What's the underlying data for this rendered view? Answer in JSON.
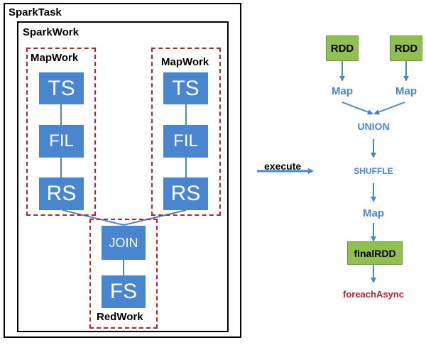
{
  "left": {
    "spark_task_title": "SparkTask",
    "spark_work_title": "SparkWork",
    "map_work_left": {
      "title": "MapWork",
      "ops": [
        "TS",
        "FIL",
        "RS"
      ]
    },
    "map_work_right": {
      "title": "MapWork",
      "ops": [
        "TS",
        "FIL",
        "RS"
      ]
    },
    "red_work": {
      "title": "RedWork",
      "ops": [
        "JOIN",
        "FS"
      ]
    }
  },
  "execute_label": "execute",
  "right": {
    "rdd_left": "RDD",
    "rdd_right": "RDD",
    "map_left": "Map",
    "map_right": "Map",
    "union": "UNION",
    "shuffle": "SHUFFLE",
    "map_after": "Map",
    "final_rdd": "finalRDD",
    "foreach": "foreachAsync"
  },
  "colors": {
    "operator_box": "#4a86cf",
    "dashed_border": "#c0202a",
    "rdd_box": "#92c050",
    "flow_text": "#4a86cf",
    "action_text": "#c0202a"
  }
}
